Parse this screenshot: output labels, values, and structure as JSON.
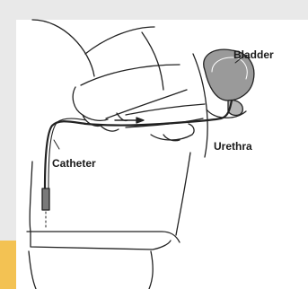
{
  "diagram": {
    "labels": {
      "bladder": "Bladder",
      "urethra": "Urethra",
      "catheter": "Catheter"
    },
    "colors": {
      "page_background": "#e9e9e9",
      "panel_background": "#ffffff",
      "accent_strip": "#f3c253",
      "bladder_fill": "#9a9a9a",
      "line": "#222222",
      "catheter_tip": "#7a7a7a"
    }
  }
}
